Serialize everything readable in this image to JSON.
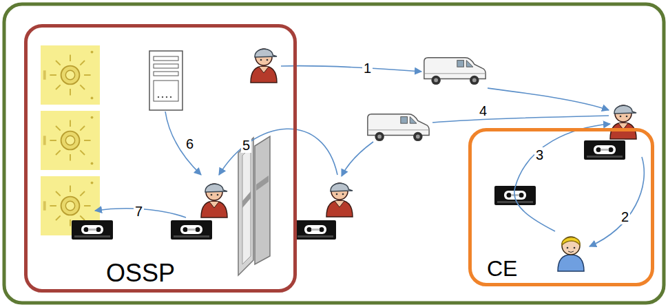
{
  "diagram": {
    "nodes": [
      {
        "text": [
          "OSSP"
        ]
      },
      {
        "text": [
          "CE"
        ]
      }
    ],
    "labels": [
      "1",
      "2",
      "3",
      "4",
      "5",
      "6",
      "7"
    ]
  }
}
